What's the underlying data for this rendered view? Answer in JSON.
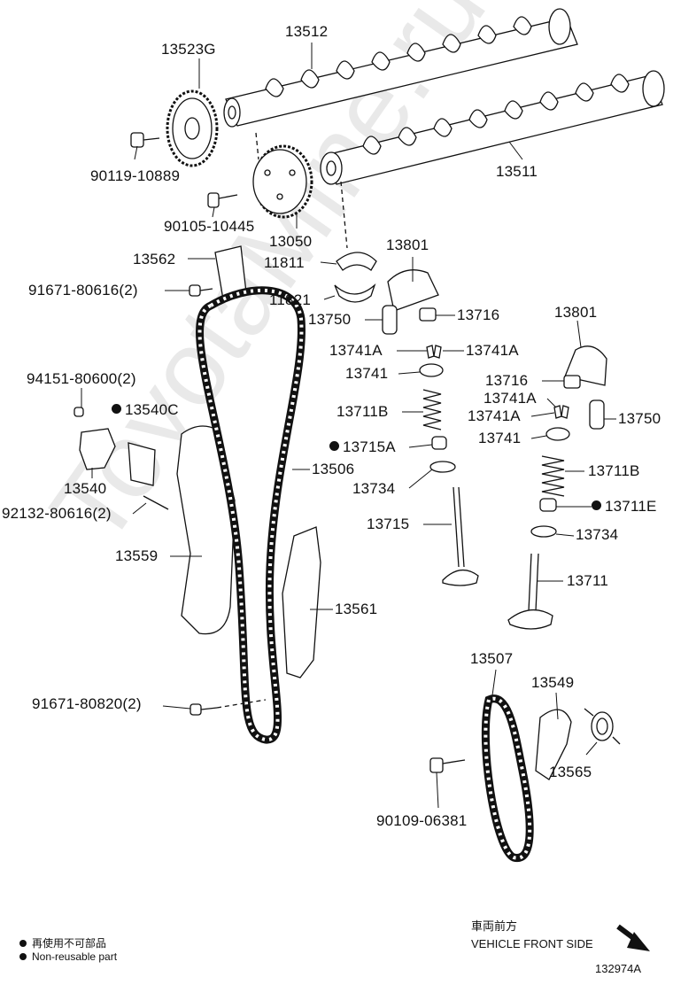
{
  "watermark": "ToyotaMine.ru",
  "parts": {
    "p13512": "13512",
    "p13523g": "13523G",
    "p90119": "90119-10889",
    "p90105": "90105-10445",
    "p13050": "13050",
    "p13511": "13511",
    "p13562": "13562",
    "p11811": "11811",
    "p13801a": "13801",
    "p91671_616": "91671-80616(2)",
    "p11821": "11821",
    "p13750a": "13750",
    "p13716a": "13716",
    "p13801b": "13801",
    "p13741a_l": "13741A",
    "p13741a_r": "13741A",
    "p13741_l": "13741",
    "p94151": "94151-80600(2)",
    "p13716b": "13716",
    "p13741a_2": "13741A",
    "p13540c": "13540C",
    "p13711b_l": "13711B",
    "p13741a_3": "13741A",
    "p13750b": "13750",
    "p13741_r": "13741",
    "p13715a": "13715A",
    "p13506": "13506",
    "p13540": "13540",
    "p13711b_r": "13711B",
    "p13734_l": "13734",
    "p92132": "92132-80616(2)",
    "p13711e": "13711E",
    "p13715": "13715",
    "p13734_r": "13734",
    "p13559": "13559",
    "p13711": "13711",
    "p13561": "13561",
    "p13507": "13507",
    "p13549": "13549",
    "p91671_820": "91671-80820(2)",
    "p13565": "13565",
    "p90109": "90109-06381"
  },
  "legend": {
    "line1": "再使用不可部品",
    "line2": "Non-reusable part"
  },
  "front_side": {
    "jp": "車両前方",
    "en": "VEHICLE FRONT SIDE"
  },
  "diagram_code": "132974A"
}
